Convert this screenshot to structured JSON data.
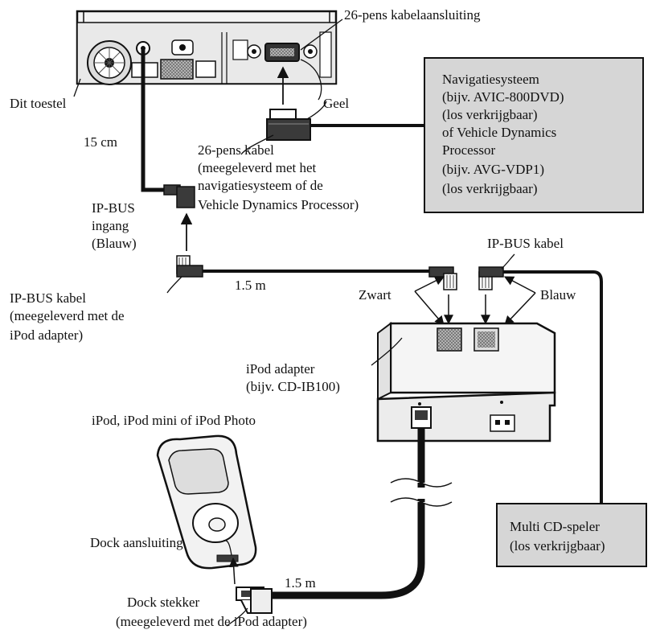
{
  "labels": {
    "dit_toestel": "Dit toestel",
    "pens26_aansluiting": "26-pens kabelaansluiting",
    "geel": "Geel",
    "length_15cm": "15 cm",
    "kabel26": [
      "26-pens kabel",
      "(meegeleverd met het",
      "navigatiesysteem of de",
      "Vehicle Dynamics Processor)"
    ],
    "ipbus_ingang": [
      "IP-BUS",
      "ingang",
      "(Blauw)"
    ],
    "ipbus_kabel_left": [
      "IP-BUS kabel",
      "(meegeleverd met de",
      "iPod adapter)"
    ],
    "length_1_5m_top": "1.5 m",
    "ipbus_kabel_right": "IP-BUS kabel",
    "zwart": "Zwart",
    "blauw": "Blauw",
    "ipod_adapter": [
      "iPod adapter",
      "(bijv. CD-IB100)"
    ],
    "ipod_models": "iPod, iPod mini of iPod Photo",
    "dock_aansluiting": "Dock aansluiting",
    "length_1_5m_bottom": "1.5 m",
    "dock_stekker": [
      "Dock stekker",
      "(meegeleverd met de iPod adapter)"
    ]
  },
  "boxes": {
    "navigatie": [
      "Navigatiesysteem",
      "(bijv. AVIC-800DVD)",
      "(los verkrijgbaar)",
      "of Vehicle Dynamics",
      "Processor",
      "(bijv. AVG-VDP1)",
      "(los verkrijgbaar)"
    ],
    "multi_cd": [
      "Multi CD-speler",
      "(los verkrijgbaar)"
    ]
  },
  "colors": {
    "box_fill": "#d6d6d6",
    "connector_dark": "#3a3a3a",
    "line": "#111111"
  }
}
